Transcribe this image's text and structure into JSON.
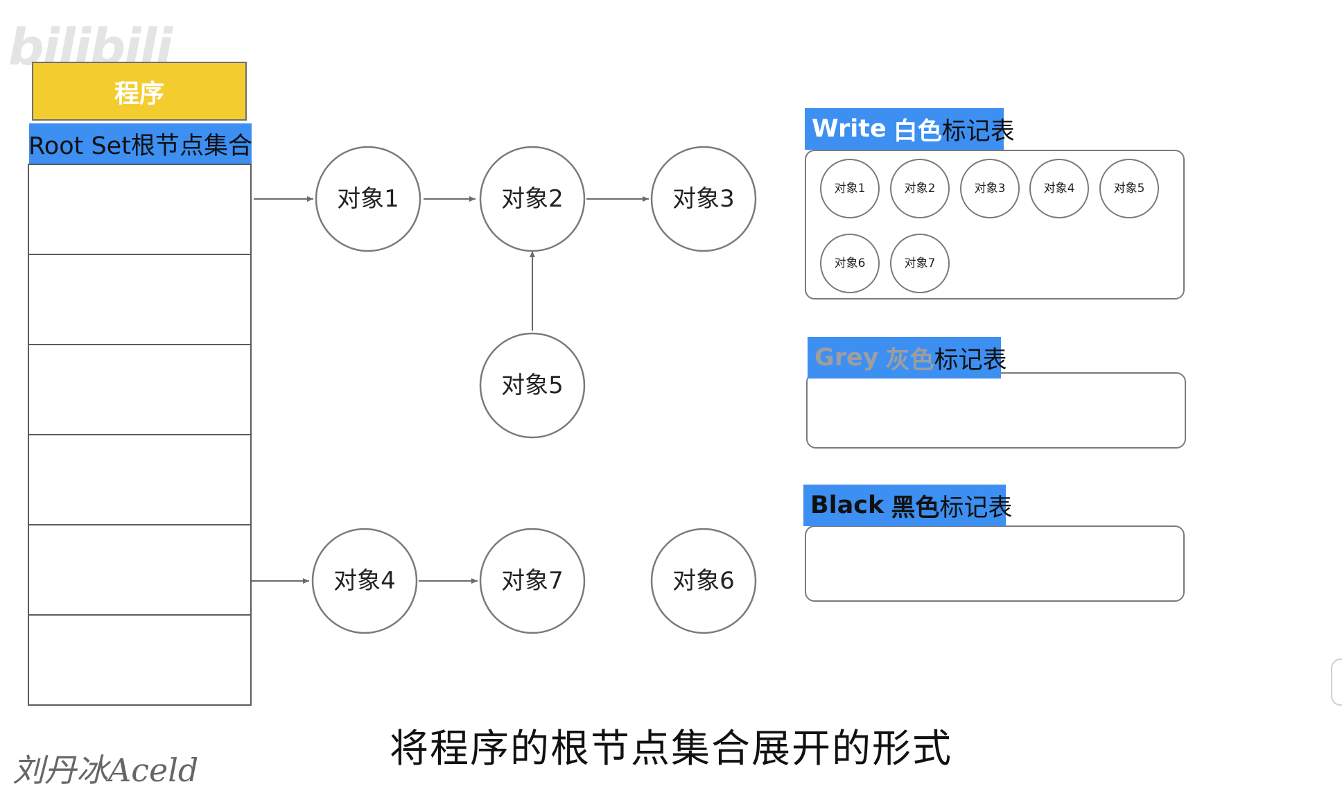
{
  "watermark": "bilibili",
  "program": {
    "label": "程序"
  },
  "root_set": {
    "label": "Root Set根节点集合",
    "slot_count": 6
  },
  "nodes": [
    {
      "id": "obj1",
      "label": "对象1"
    },
    {
      "id": "obj2",
      "label": "对象2"
    },
    {
      "id": "obj3",
      "label": "对象3"
    },
    {
      "id": "obj5",
      "label": "对象5"
    },
    {
      "id": "obj4",
      "label": "对象4"
    },
    {
      "id": "obj7",
      "label": "对象7"
    },
    {
      "id": "obj6",
      "label": "对象6"
    }
  ],
  "edges": [
    {
      "from": "root-slot-1",
      "to": "obj1"
    },
    {
      "from": "obj1",
      "to": "obj2"
    },
    {
      "from": "obj2",
      "to": "obj3"
    },
    {
      "from": "obj5",
      "to": "obj2"
    },
    {
      "from": "root-slot-5",
      "to": "obj4"
    },
    {
      "from": "obj4",
      "to": "obj7"
    }
  ],
  "tables": {
    "white": {
      "en": "Write",
      "zh_color": "白色",
      "zh_rest": "标记表",
      "items": [
        "对象1",
        "对象2",
        "对象3",
        "对象4",
        "对象5",
        "对象6",
        "对象7"
      ]
    },
    "grey": {
      "en": "Grey",
      "zh_color": "灰色",
      "zh_rest": "标记表",
      "items": []
    },
    "black": {
      "en": "Black",
      "zh_color": "黑色",
      "zh_rest": "标记表",
      "items": []
    }
  },
  "colors": {
    "program_fill": "#f3cd2f",
    "header_blue": "#3d8ff2",
    "white_title": "#ffffff",
    "grey_title": "#9e9e9e",
    "black_title": "#111111",
    "line": "#6a6a6a"
  },
  "caption": "将程序的根节点集合展开的形式",
  "signature": "刘丹冰Aceld"
}
